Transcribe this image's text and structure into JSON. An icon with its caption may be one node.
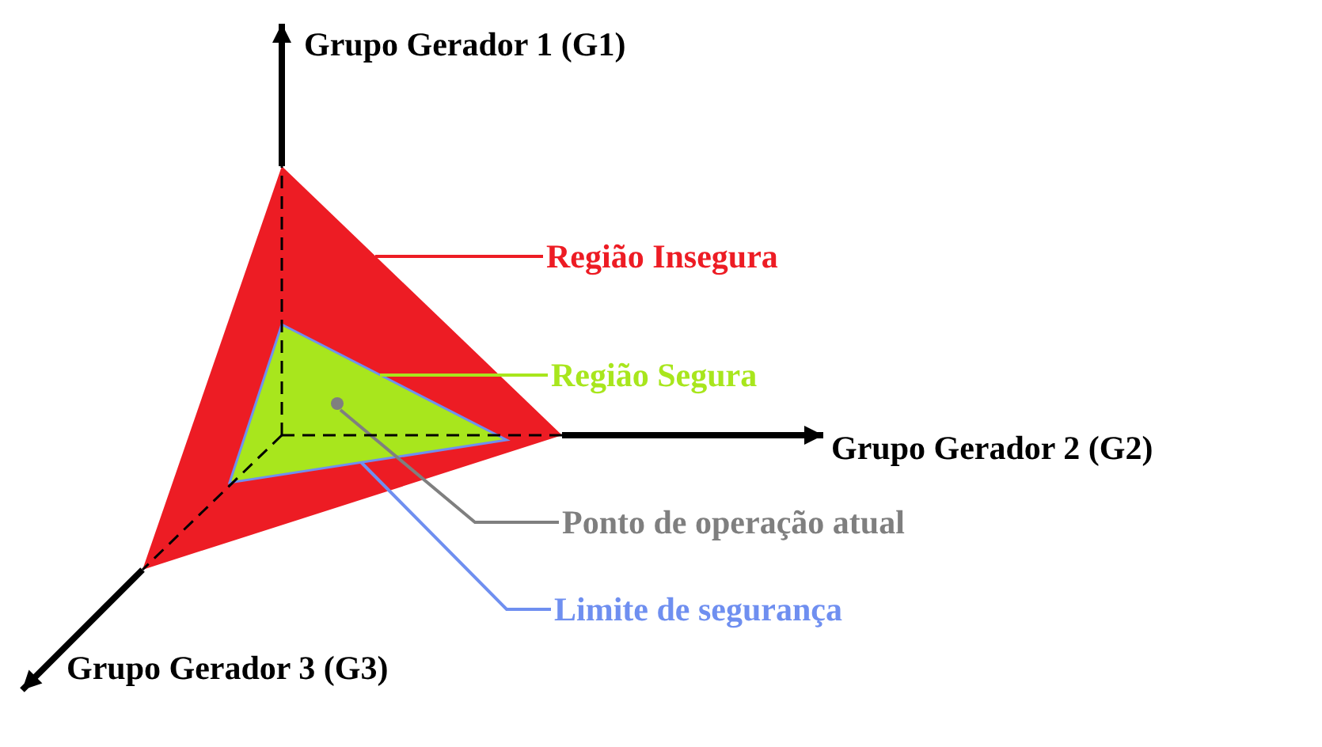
{
  "diagram": {
    "nodes": [
      {
        "text": [
          "Região Insegura"
        ]
      },
      {
        "text": [],
        "shape": "triangle"
      },
      {
        "text": [
          "Região Segura"
        ]
      },
      {
        "text": [],
        "shape": "triangle",
        "in": 1
      },
      {
        "text": [
          "Ponto de operação atual"
        ]
      },
      {
        "text": [],
        "shape": "circle",
        "in": 3
      },
      {
        "text": [
          "Limite de segurança"
        ]
      },
      {
        "text": [],
        "shape": "triangle",
        "in": 1
      }
    ],
    "edges": [
      {
        "from": 0,
        "to": 1,
        "arrow": "none",
        "color": "#ed1c24"
      },
      {
        "from": 2,
        "to": 3,
        "arrow": "none",
        "color": "#a8e61d"
      },
      {
        "from": 4,
        "to": 5,
        "arrow": "none",
        "color": "#7f7f7f"
      },
      {
        "from": 6,
        "to": 7,
        "arrow": "none",
        "color": "#6f8ff0"
      }
    ],
    "labels": [
      "Grupo Gerador 1 (G1)",
      "Grupo Gerador 2 (G2)",
      "Grupo Gerador 3 (G3)"
    ]
  }
}
